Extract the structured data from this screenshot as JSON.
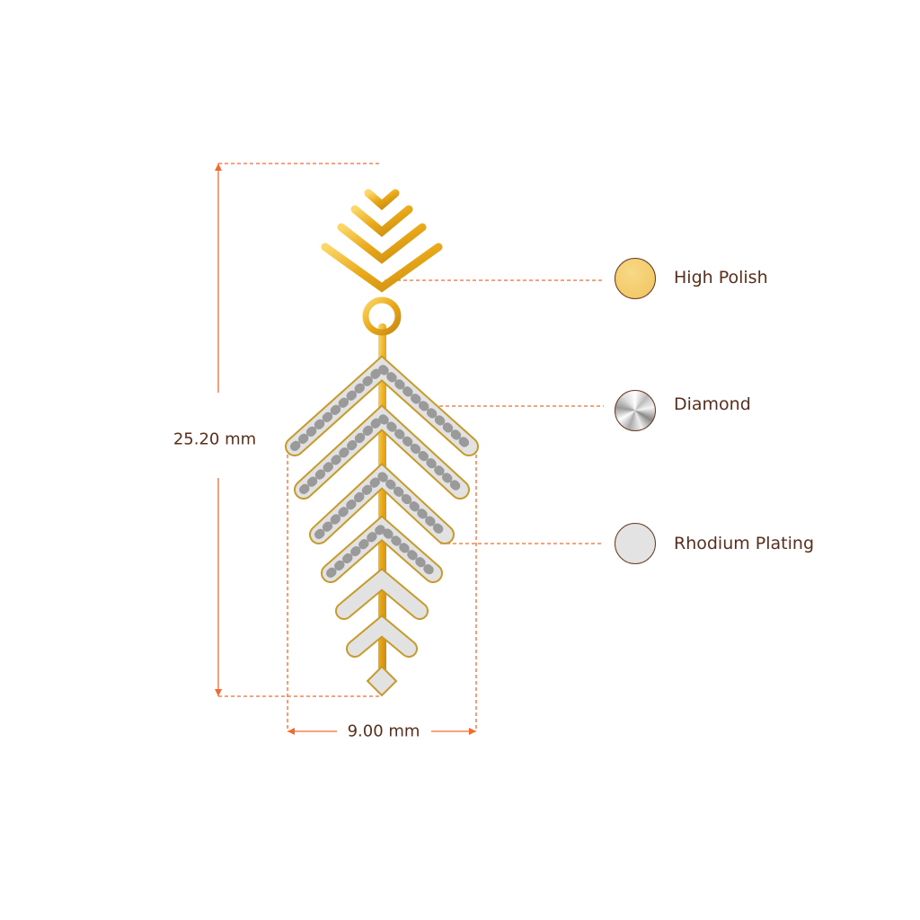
{
  "dimensions": {
    "height_label": "25.20 mm",
    "width_label": "9.00 mm"
  },
  "legend": [
    {
      "label": "High Polish",
      "swatch_color": "#f5cd6e",
      "icon": "gold-swatch-icon"
    },
    {
      "label": "Diamond",
      "swatch_color": "#d8d8d8",
      "icon": "diamond-swatch-icon"
    },
    {
      "label": "Rhodium Plating",
      "swatch_color": "#e3e3e3",
      "icon": "rhodium-swatch-icon"
    }
  ],
  "colors": {
    "annotation": "#f26a2e",
    "text": "#5a2e1c",
    "gold": "#f0b62a",
    "silver": "#d9d9d9"
  }
}
